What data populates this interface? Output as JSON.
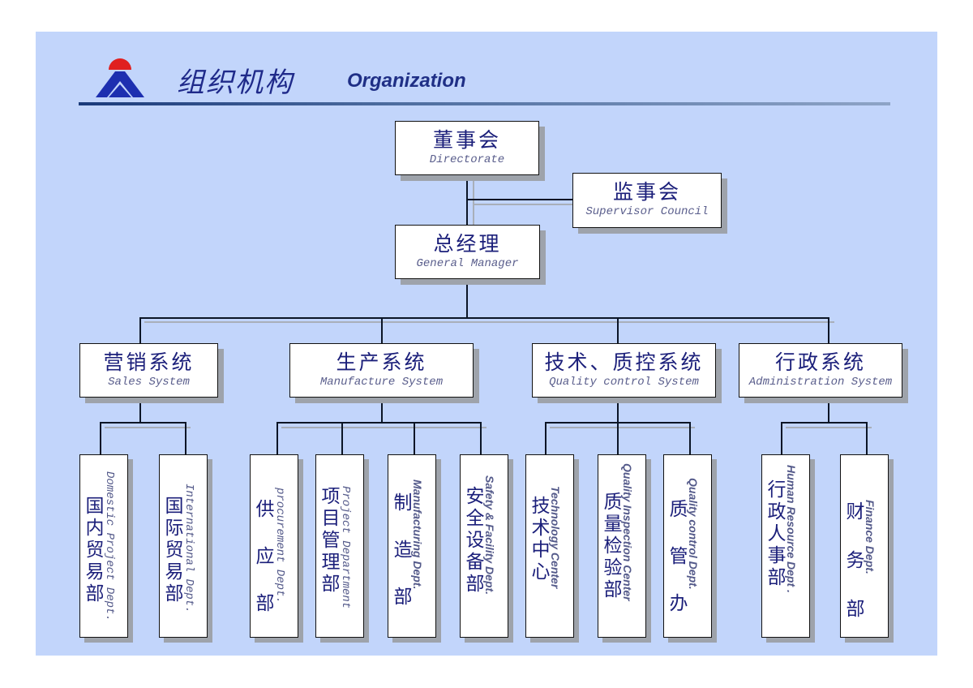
{
  "header": {
    "title_cn": "组织机构",
    "title_en": "Organization",
    "logo_icon": "company-logo-triangle-icon",
    "colors": {
      "panel_bg": "#c2d5fb",
      "text_primary": "#1b1f7a",
      "logo_red": "#e02020",
      "logo_blue": "#1d2fb0"
    }
  },
  "top": {
    "directorate": {
      "cn": "董事会",
      "en": "Directorate"
    },
    "supervisor": {
      "cn": "监事会",
      "en": "Supervisor Council"
    },
    "general_manager": {
      "cn": "总经理",
      "en": "General Manager"
    }
  },
  "systems": [
    {
      "cn": "营销系统",
      "en": "Sales System",
      "departments": [
        {
          "cn": "国内贸易部",
          "en": "Domestic Project Dept."
        },
        {
          "cn": "国际贸易部",
          "en": "International Dept."
        }
      ]
    },
    {
      "cn": "生产系统",
      "en": "Manufacture System",
      "departments": [
        {
          "cn": "供应部",
          "en": "procurement Dept."
        },
        {
          "cn": "项目管理部",
          "en": "Project Department"
        },
        {
          "cn": "制造部",
          "en": "Manufacturing Dept."
        },
        {
          "cn": "安全设备部",
          "en": "Safety & Facility Dept."
        }
      ]
    },
    {
      "cn": "技术、质控系统",
      "en": "Quality control System",
      "departments": [
        {
          "cn": "技术中心",
          "en": "Technology Center"
        },
        {
          "cn": "质量检验部",
          "en": "Quality Inspection Center"
        },
        {
          "cn": "质管办",
          "en": "Quality control Dept."
        }
      ]
    },
    {
      "cn": "行政系统",
      "en": "Administration System",
      "departments": [
        {
          "cn": "行政人事部",
          "en": "Human Resource Dept ."
        },
        {
          "cn": "财务部",
          "en": "Finance Dept."
        }
      ]
    }
  ]
}
